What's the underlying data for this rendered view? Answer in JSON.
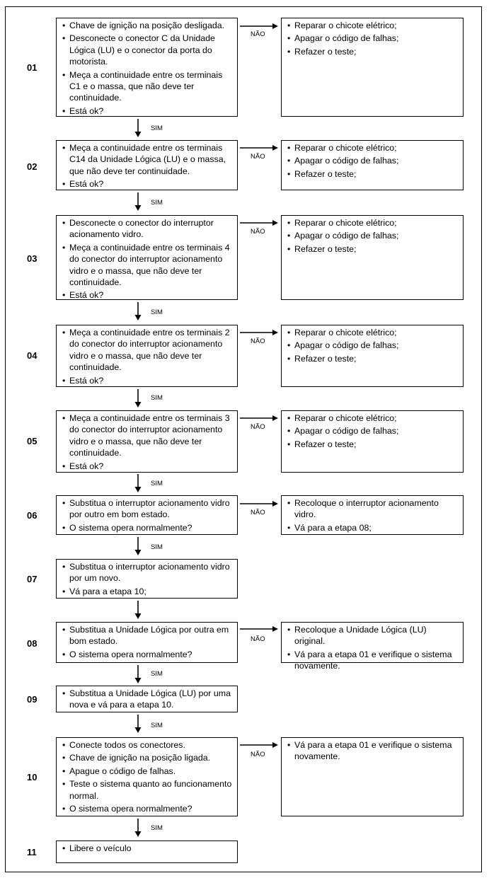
{
  "edge_labels": {
    "sim": "SIM",
    "nao": "NÃO"
  },
  "steps": [
    {
      "number": "01",
      "items": [
        "Chave de ignição na posição desligada.",
        "Desconecte o conector C da Unidade Lógica (LU) e o conector da porta do motorista.",
        "Meça a continuidade entre os terminais C1 e o massa, que não deve ter continuidade.",
        "Está ok?"
      ],
      "nao_items": [
        "Reparar o chicote elétrico;",
        "Apagar o código de falhas;",
        "Refazer o teste;"
      ]
    },
    {
      "number": "02",
      "items": [
        "Meça a continuidade entre os terminais C14 da Unidade Lógica (LU) e o massa, que não deve ter continuidade.",
        "Está ok?"
      ],
      "nao_items": [
        "Reparar o chicote elétrico;",
        "Apagar o código de falhas;",
        "Refazer o teste;"
      ]
    },
    {
      "number": "03",
      "items": [
        "Desconecte o conector do interruptor acionamento vidro.",
        "Meça a continuidade entre os terminais 4 do conector do interruptor acionamento vidro e o massa, que não deve ter continuidade.",
        "Está ok?"
      ],
      "nao_items": [
        "Reparar o chicote elétrico;",
        "Apagar o código de falhas;",
        "Refazer o teste;"
      ]
    },
    {
      "number": "04",
      "items": [
        "Meça a continuidade entre os terminais 2 do conector do interruptor acionamento vidro e o massa, que não deve ter continuidade.",
        "Está ok?"
      ],
      "nao_items": [
        "Reparar o chicote elétrico;",
        "Apagar o código de falhas;",
        "Refazer o teste;"
      ]
    },
    {
      "number": "05",
      "items": [
        "Meça a continuidade entre os terminais 3 do conector do interruptor acionamento vidro e o massa, que não deve ter continuidade.",
        "Está ok?"
      ],
      "nao_items": [
        "Reparar o chicote elétrico;",
        "Apagar o código de falhas;",
        "Refazer o teste;"
      ]
    },
    {
      "number": "06",
      "items": [
        "Substitua o interruptor acionamento vidro por outro em bom estado.",
        "O sistema opera normalmente?"
      ],
      "nao_items": [
        "Recoloque o interruptor acionamento vidro.",
        "Vá para a etapa 08;"
      ]
    },
    {
      "number": "07",
      "items": [
        "Substitua o interruptor acionamento vidro por um novo.",
        "Vá para a etapa 10;"
      ]
    },
    {
      "number": "08",
      "items": [
        "Substitua a Unidade Lógica por outra em bom estado.",
        "O sistema opera normalmente?"
      ],
      "nao_items": [
        "Recoloque a Unidade Lógica (LU) original.",
        "Vá para a etapa 01 e verifique o sistema novamente."
      ]
    },
    {
      "number": "09",
      "items": [
        "Substitua a Unidade Lógica (LU) por uma nova e vá para a etapa 10."
      ]
    },
    {
      "number": "10",
      "items": [
        "Conecte todos os conectores.",
        "Chave de ignição na posição ligada.",
        "Apague o código de falhas.",
        "Teste o sistema quanto ao funcionamento normal.",
        "O sistema opera normalmente?"
      ],
      "nao_items": [
        "Vá para a etapa 01 e verifique o sistema novamente."
      ]
    },
    {
      "number": "11",
      "items": [
        "Libere o veículo"
      ]
    }
  ]
}
